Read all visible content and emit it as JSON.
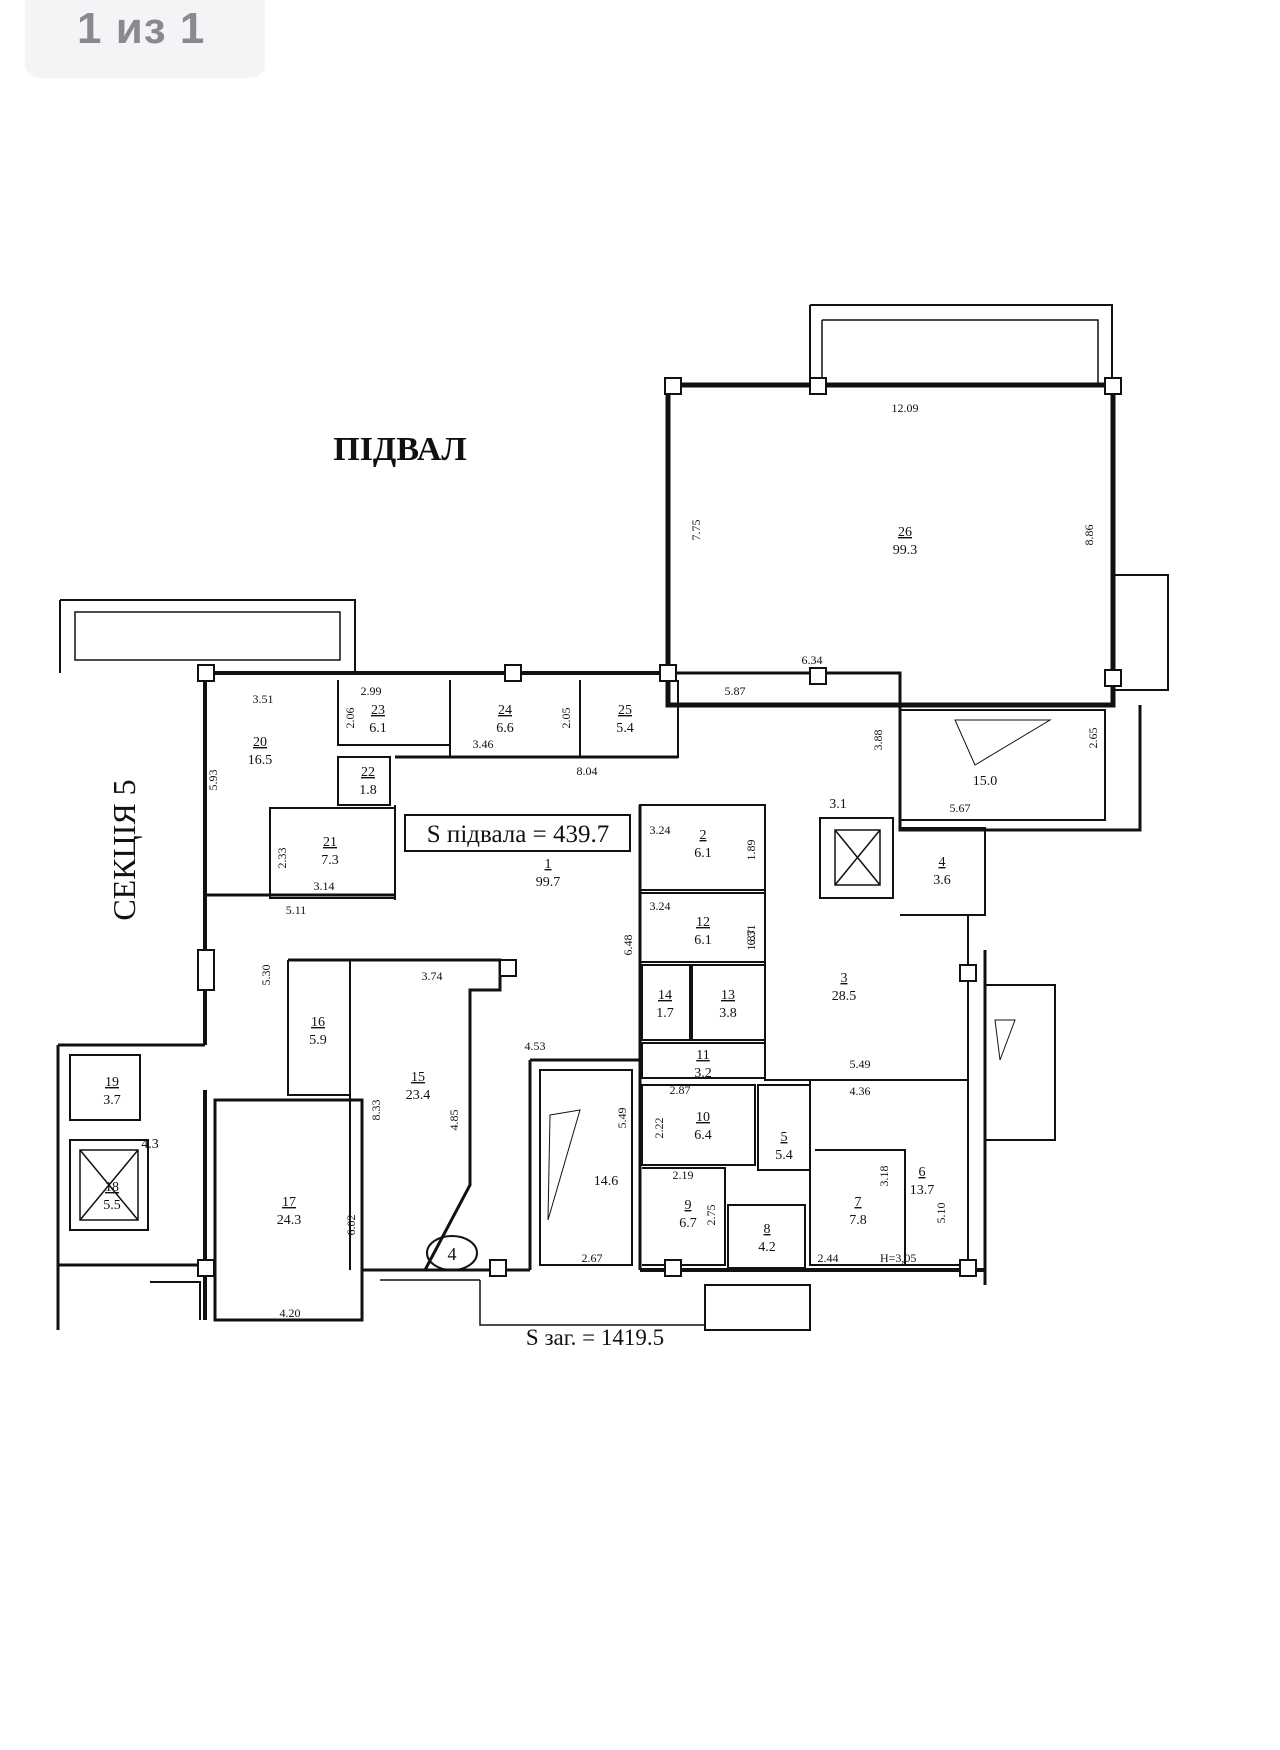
{
  "pager": {
    "text": "1 из 1"
  },
  "plan": {
    "title": "ПІДВАЛ",
    "section_label": "СЕКЦІЯ 5",
    "basement_area": "S підвала = 439.7",
    "total_area": "S заг. = 1419.5",
    "entrance_marker": "4",
    "height_note": "Н=3,05",
    "rooms": [
      {
        "num": "26",
        "area": "99.3"
      },
      {
        "num": "23",
        "area": "6.1"
      },
      {
        "num": "24",
        "area": "6.6"
      },
      {
        "num": "25",
        "area": "5.4"
      },
      {
        "num": "20",
        "area": "16.5"
      },
      {
        "num": "22",
        "area": "1.8"
      },
      {
        "num": "21",
        "area": "7.3"
      },
      {
        "num": "1",
        "area": "99.7"
      },
      {
        "num": "2",
        "area": "6.1"
      },
      {
        "num": "12",
        "area": "6.1"
      },
      {
        "num": "14",
        "area": "1.7"
      },
      {
        "num": "13",
        "area": "3.8"
      },
      {
        "num": "11",
        "area": "3.2"
      },
      {
        "num": "3",
        "area": "28.5"
      },
      {
        "num": "4",
        "area": "3.6"
      },
      {
        "num": "16",
        "area": "5.9"
      },
      {
        "num": "15",
        "area": "23.4"
      },
      {
        "num": "17",
        "area": "24.3"
      },
      {
        "num": "19",
        "area": "3.7"
      },
      {
        "num": "18",
        "area": "5.5"
      },
      {
        "num": "10",
        "area": "6.4"
      },
      {
        "num": "5",
        "area": "5.4"
      },
      {
        "num": "6",
        "area": "13.7"
      },
      {
        "num": "7",
        "area": "7.8"
      },
      {
        "num": "9",
        "area": "6.7"
      },
      {
        "num": "8",
        "area": "4.2"
      }
    ],
    "plain_areas": [
      "15.0",
      "14.6",
      "3.1",
      "4.3"
    ],
    "dimensions": [
      "12.09",
      "7.75",
      "8.86",
      "6.34",
      "5.87",
      "3.88",
      "2.65",
      "5.67",
      "3.51",
      "2.99",
      "2.06",
      "3.46",
      "2.05",
      "8.04",
      "5.93",
      "2.33",
      "3.14",
      "5.11",
      "3.24",
      "1.89",
      "3.24",
      "1.87",
      "6.48",
      "6.31",
      "5.30",
      "3.74",
      "8.33",
      "4.85",
      "4.53",
      "5.49",
      "2.67",
      "5.49",
      "4.36",
      "2.87",
      "2.22",
      "2.19",
      "2.75",
      "3.18",
      "5.10",
      "2.44",
      "6.02",
      "4.20"
    ]
  }
}
